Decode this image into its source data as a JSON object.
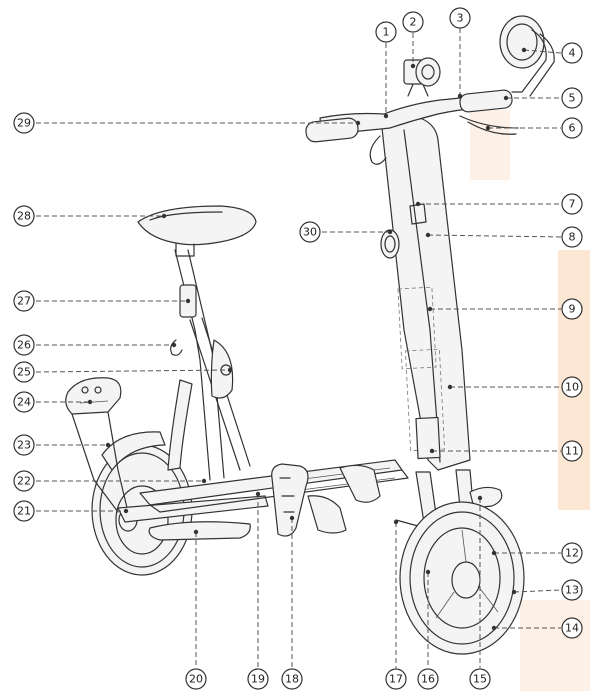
{
  "diagram": {
    "accent_color": "#f2b27a",
    "callouts": [
      {
        "n": "1"
      },
      {
        "n": "2"
      },
      {
        "n": "3"
      },
      {
        "n": "4"
      },
      {
        "n": "5"
      },
      {
        "n": "6"
      },
      {
        "n": "7"
      },
      {
        "n": "8"
      },
      {
        "n": "9"
      },
      {
        "n": "10"
      },
      {
        "n": "11"
      },
      {
        "n": "12"
      },
      {
        "n": "13"
      },
      {
        "n": "14"
      },
      {
        "n": "15"
      },
      {
        "n": "16"
      },
      {
        "n": "17"
      },
      {
        "n": "18"
      },
      {
        "n": "19"
      },
      {
        "n": "20"
      },
      {
        "n": "21"
      },
      {
        "n": "22"
      },
      {
        "n": "23"
      },
      {
        "n": "24"
      },
      {
        "n": "25"
      },
      {
        "n": "26"
      },
      {
        "n": "27"
      },
      {
        "n": "28"
      },
      {
        "n": "29"
      },
      {
        "n": "30"
      }
    ]
  }
}
